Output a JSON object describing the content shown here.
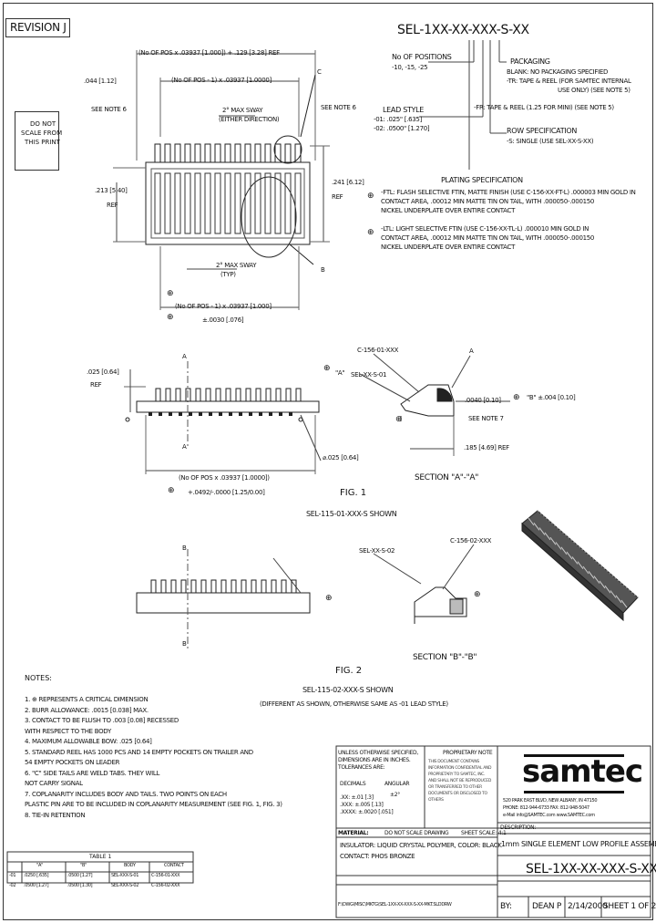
{
  "revision": "REVISION J",
  "do_not_scale": [
    "DO NOT",
    "SCALE FROM",
    "THIS PRINT"
  ],
  "part_number": "SEL-1XX-XX-XXX-S-XX",
  "options": {
    "positions_label": "No OF POSITIONS",
    "positions_value": "-10, -15, -25",
    "lead_style_label": "LEAD STYLE",
    "lead_style_values": [
      "-01: .025\" [.635]",
      "-02: .0500\" [1.270]"
    ],
    "plating_label": "PLATING SPECIFICATION",
    "plating_lines": [
      "-FTL: FLASH SELECTIVE FTIN, MATTE FINISH (USE C-156-XX-FT-L) .000003 MIN GOLD IN",
      "CONTACT AREA, .00012 MIN MATTE TIN ON TAIL, WITH .000050-.000150",
      "NICKEL UNDERPLATE OVER ENTIRE CONTACT",
      "-LTL: LIGHT SELECTIVE FTIN (USE C-156-XX-TL-L) .000010 MIN GOLD IN",
      "CONTACT AREA, .00012 MIN MATTE TIN ON TAIL, WITH .000050-.000150",
      "NICKEL UNDERPLATE OVER ENTIRE CONTACT"
    ],
    "packaging_label": "PACKAGING",
    "packaging_lines": [
      "BLANK: NO PACKAGING SPECIFIED",
      "-TR: TAPE & REEL (FOR SAMTEC INTERNAL",
      "USE ONLY) (SEE NOTE 5)",
      "-FR: TAPE & REEL (1.25 FOR MINI) (SEE NOTE 5)"
    ],
    "row_label": "ROW SPECIFICATION",
    "row_value": "-S: SINGLE (USE SEL-XX-S-XX)"
  },
  "dims": {
    "top_overall": "(No OF POS x .03937 [1.000]) + .129 [3.28] REF",
    "top_pitch": "(No OF POS - 1) x .03937 [1.0000]",
    "dim_044": ".044 [1.12]",
    "see_note6_left": "SEE NOTE 6",
    "see_note6_right": "SEE NOTE 6",
    "max_sway_top": "2° MAX SWAY",
    "either_direction": "(EITHER DIRECTION)",
    "dim_213": ".213 [5.40]",
    "ref": "REF",
    "dim_241": ".241 [6.12]",
    "max_sway_bottom": "2° MAX SWAY",
    "typ": "(TYP)",
    "bottom_pitch": "(No OF POS - 1) x .03937 [1.000]",
    "bottom_tol": "±.0030 [.076]",
    "label_c": "C",
    "label_b": "B",
    "dim_025": ".025 [0.64]",
    "label_a1": "A",
    "label_a2": "A",
    "pitch_ref": "(No OF POS x .03937 [1.0000])",
    "pitch_tol": "+.0492/-.0000 [1.25/0.00]",
    "dia_025": "⌀.025 [0.64]",
    "star_a": "\"A\"",
    "dim_0040": ".0040 [0.10]",
    "see_note7": "SEE NOTE 7",
    "star_b": "\"B\" ±.004 [0.10]",
    "dim_185": ".185 [4.69] REF",
    "c156": "C-156-01-XXX",
    "sel_xx_s_01": "SEL-XX-S-01",
    "label_a3": "A",
    "b_top": "B",
    "b_bottom": "B",
    "sel_xx_s_02": "SEL-XX-S-02",
    "c156_02": "C-156-02-XXX"
  },
  "figures": {
    "fig1_title": "FIG. 1",
    "fig1_sub": "SEL-115-01-XXX-S SHOWN",
    "section_aa": "SECTION \"A\"-\"A\"",
    "fig2_title": "FIG. 2",
    "fig2_sub": "SEL-115-02-XXX-S SHOWN",
    "fig2_note": "(DIFFERENT AS SHOWN, OTHERWISE SAME AS -01 LEAD STYLE)",
    "section_bb": "SECTION \"B\"-\"B\""
  },
  "notes": {
    "title": "NOTES:",
    "items": [
      "1. ⊕ REPRESENTS A CRITICAL DIMENSION",
      "2. BURR ALLOWANCE: .0015 [0.038] MAX.",
      "3. CONTACT TO BE FLUSH TO .003 [0.08] RECESSED",
      "   WITH RESPECT TO THE BODY",
      "4. MAXIMUM ALLOWABLE BOW: .025 [0.64]",
      "5. STANDARD REEL HAS 1000 PCS AND 14 EMPTY POCKETS ON TRAILER AND",
      "   54 EMPTY POCKETS ON LEADER",
      "6. \"C\" SIDE TAILS ARE WELD TABS. THEY WILL",
      "   NOT CARRY SIGNAL",
      "7. COPLANARITY INCLUDES BODY AND TAILS. TWO POINTS ON EACH",
      "   PLASTIC PIN ARE TO BE INCLUDED IN COPLANARITY MEASUREMENT (SEE FIG. 1, FIG. 3)",
      "8. TIE-IN RETENTION"
    ]
  },
  "table": {
    "title": "TABLE 1",
    "headers": [
      "",
      "\"A\"",
      "\"B\"",
      "BODY",
      "CONTACT"
    ],
    "rows": [
      [
        "-01",
        ".0250 [.635]",
        ".0500 [1.27]",
        "SEL-XXX-S-01",
        "C-156-01-XXX"
      ],
      [
        "-02",
        ".0500 [1.27]",
        ".0500 [1.30]",
        "SEL-XXX-S-02",
        "C-156-02-XXX"
      ]
    ]
  },
  "title_block": {
    "unless": "UNLESS OTHERWISE SPECIFIED,",
    "dims_in": "DIMENSIONS ARE IN INCHES.",
    "tolerances": "TOLERANCES ARE:",
    "decimal": "DECIMALS",
    "angular": "ANGULAR",
    "d1": ".XX: ±.01 [.3]",
    "d2": ".XXX: ±.005 [.13]",
    "d3": ".XXXX: ±.0020 [.051]",
    "ang": "±2°",
    "proprietary_head": "PROPRIETARY NOTE",
    "proprietary_text": "THIS DOCUMENT CONTAINS INFORMATION CONFIDENTIAL AND PROPRIETARY TO SAMTEC, INC. AND SHALL NOT BE REPRODUCED OR TRANSFERRED TO OTHER DOCUMENTS OR DISCLOSED TO OTHERS",
    "material_label": "MATERIAL:",
    "do_not_scale": "DO NOT SCALE DRAWING",
    "sheet_scale": "SHEET SCALE: 4:1",
    "insulator": "INSULATOR: LIQUID CRYSTAL POLYMER, COLOR: BLACK",
    "contact": "CONTACT: PHOS BRONZE",
    "file_path": "F:\\DWG\\MISC\\MKTG\\SEL-1XX-XX-XXX-S-XX-MKT.SLDDRW",
    "logo": "samtec",
    "address": "520 PARK EAST BLVD, NEW ALBANY, IN 47150",
    "phone": "PHONE: 812-944-6733   FAX: 812-948-5047",
    "email": "e-Mail info@SAMTEC.com   www.SAMTEC.com",
    "description_label": "DESCRIPTION:",
    "description": "1mm SINGLE ELEMENT LOW PROFILE ASSEMBLY",
    "drawing_number": "SEL-1XX-XX-XXX-S-XX",
    "by_label": "BY:",
    "by": "DEAN P",
    "date": "2/14/2000",
    "sheet": "SHEET 1 OF 2"
  }
}
